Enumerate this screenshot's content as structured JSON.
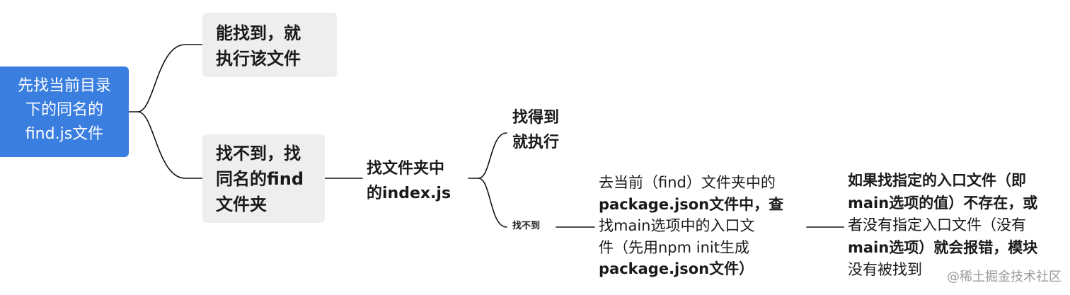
{
  "root": {
    "lines": [
      "先找当前目录",
      "下的同名的",
      "find.js文件"
    ],
    "color": "#3a7ee0"
  },
  "branch_found_file": {
    "lines": [
      "能找到，就",
      "执行该文件"
    ]
  },
  "branch_not_found_file": {
    "lines": [
      "找不到，找",
      "同名的find",
      "文件夹"
    ]
  },
  "index_node": {
    "lines": [
      "找文件夹中",
      "的index.js"
    ]
  },
  "index_found": {
    "lines": [
      "找得到",
      "就执行"
    ]
  },
  "index_not_found": {
    "label": "找不到"
  },
  "package_node": {
    "lines": [
      "去当前（find）文件夹中的",
      "package.json文件中，查",
      "找main选项中的入口文",
      "件（先用npm init生成",
      "package.json文件）"
    ]
  },
  "main_node": {
    "lines": [
      "如果找指定的入口文件（即",
      "main选项的值）不存在，或",
      "者没有指定入口文件（没有",
      "main选项）就会报错，模块",
      "没有被找到"
    ]
  },
  "watermark": "@稀土掘金技术社区"
}
